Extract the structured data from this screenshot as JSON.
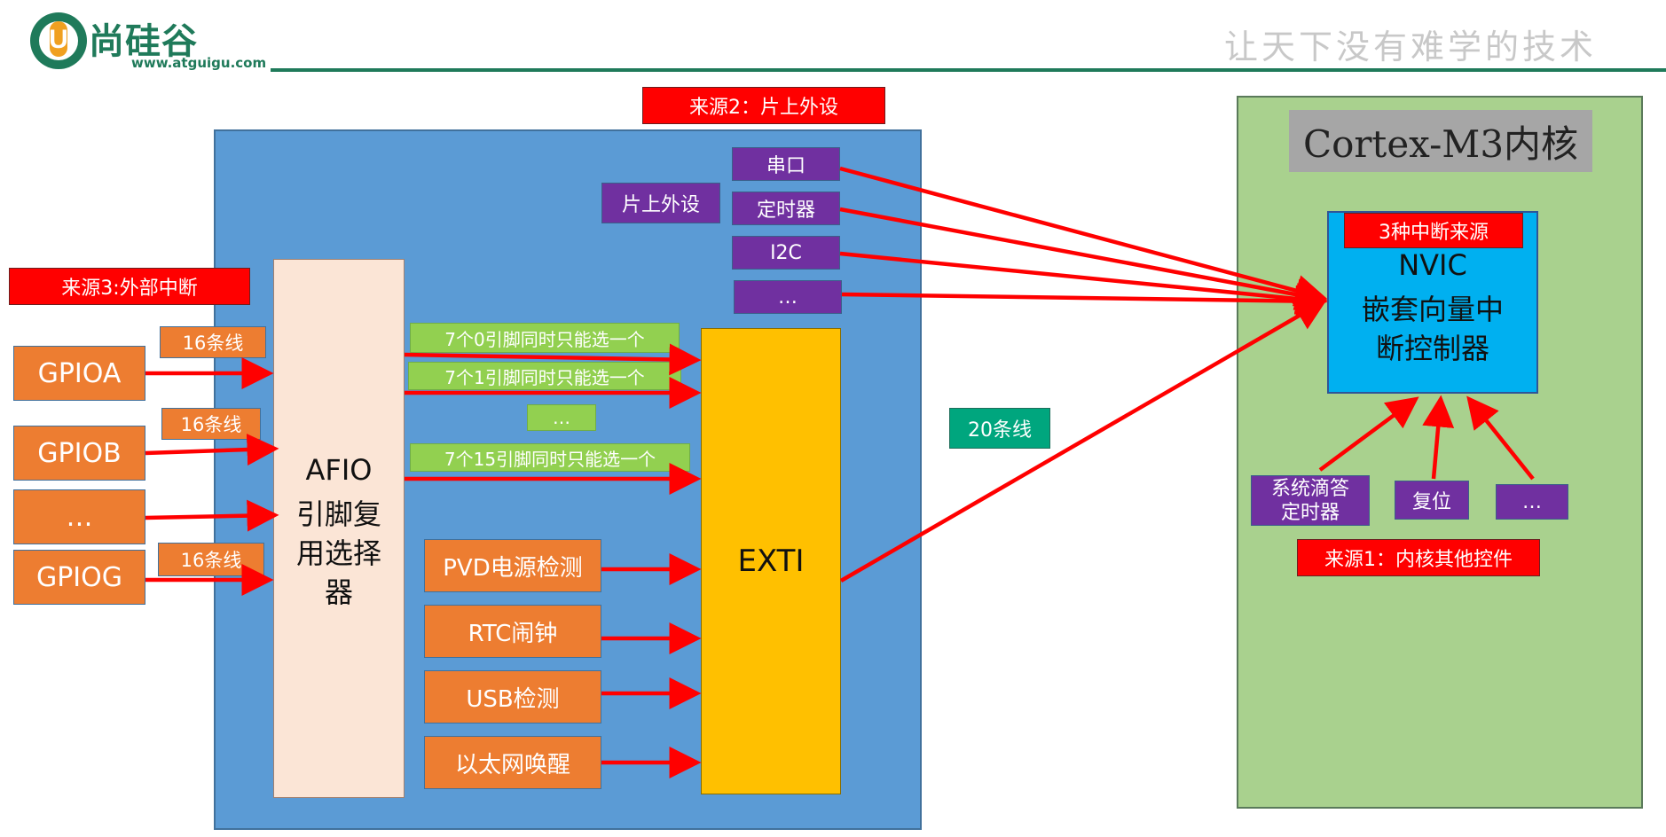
{
  "header": {
    "logo_text": "尚硅谷",
    "logo_url": "www.atguigu.com",
    "slogan": "让天下没有难学的技术"
  },
  "colors": {
    "accent_green": "#1f7a5a",
    "peripheral_area": "#5b9bd5",
    "core_area": "#a9d18e",
    "arrow_red": "#ff0000"
  },
  "source2_label": "来源2：片上外设",
  "source3_label": "来源3:外部中断",
  "source1_label": "来源1：内核其他控件",
  "onchip_label": "片上外设",
  "peripherals": [
    "串口",
    "定时器",
    "I2C",
    "…"
  ],
  "gpio": [
    "GPIOA",
    "GPIOB",
    "…",
    "GPIOG"
  ],
  "lines16": [
    "16条线",
    "16条线",
    "16条线"
  ],
  "afio": {
    "line1": "AFIO",
    "line2": "引脚复",
    "line3": "用选择",
    "line4": "器"
  },
  "pin_select": [
    "7个0引脚同时只能选一个",
    "7个1引脚同时只能选一个",
    "…",
    "7个15引脚同时只能选一个"
  ],
  "internal_sources": [
    "PVD电源检测",
    "RTC闹钟",
    "USB检测",
    "以太网唤醒"
  ],
  "exti_label": "EXTI",
  "lines20_label": "20条线",
  "core": {
    "title": "Cortex-M3内核",
    "nvic_sources": "3种中断来源",
    "nvic_line1": "NVIC",
    "nvic_line2": "嵌套向量中",
    "nvic_line3": "断控制器",
    "core_items": [
      "系统滴答定时器",
      "复位",
      "…"
    ]
  }
}
